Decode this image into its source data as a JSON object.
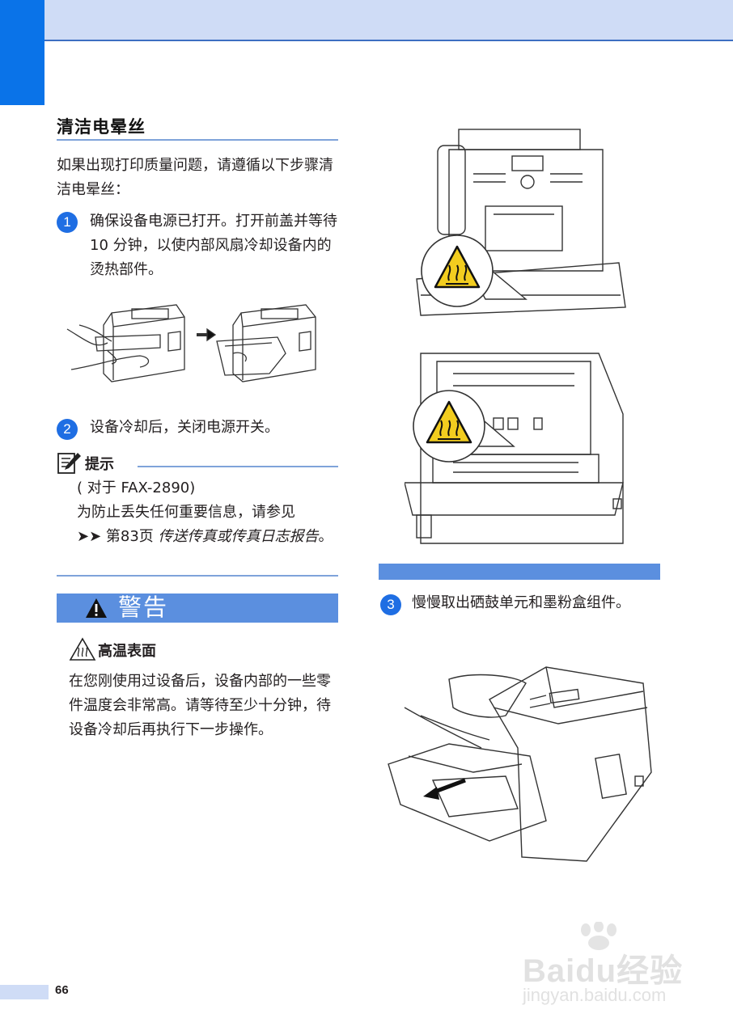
{
  "section": {
    "title": "清洁电晕丝"
  },
  "intro": "如果出现打印质量问题，请遵循以下步骤清洁电晕丝：",
  "steps": [
    {
      "num": "1",
      "text": "确保设备电源已打开。打开前盖并等待 10 分钟，以使内部风扇冷却设备内的烫热部件。"
    },
    {
      "num": "2",
      "text": "设备冷却后，关闭电源开关。"
    },
    {
      "num": "3",
      "text": "慢慢取出硒鼓单元和墨粉盒组件。"
    }
  ],
  "note": {
    "label": "提示",
    "model": "( 对于 FAX-2890)",
    "line": "为防止丢失任何重要信息，请参见",
    "ref_arrows": "➤➤",
    "ref_page": " 第83页 ",
    "ref_title": "传送传真或传真日志报告",
    "ref_end": "。"
  },
  "warning": {
    "label": "警告",
    "hot_label": "高温表面",
    "text": "在您刚使用过设备后，设备内部的一些零件温度会非常高。请等待至少十分钟，待设备冷却后再执行下一步操作。"
  },
  "page_number": "66",
  "watermark": {
    "logo": "Baidu经验",
    "url": "jingyan.baidu.com"
  },
  "colors": {
    "accent": "#0a73e8",
    "bar": "#5b8fdf",
    "rule": "#7fa3da",
    "hot_yellow": "#f2cd1f"
  }
}
